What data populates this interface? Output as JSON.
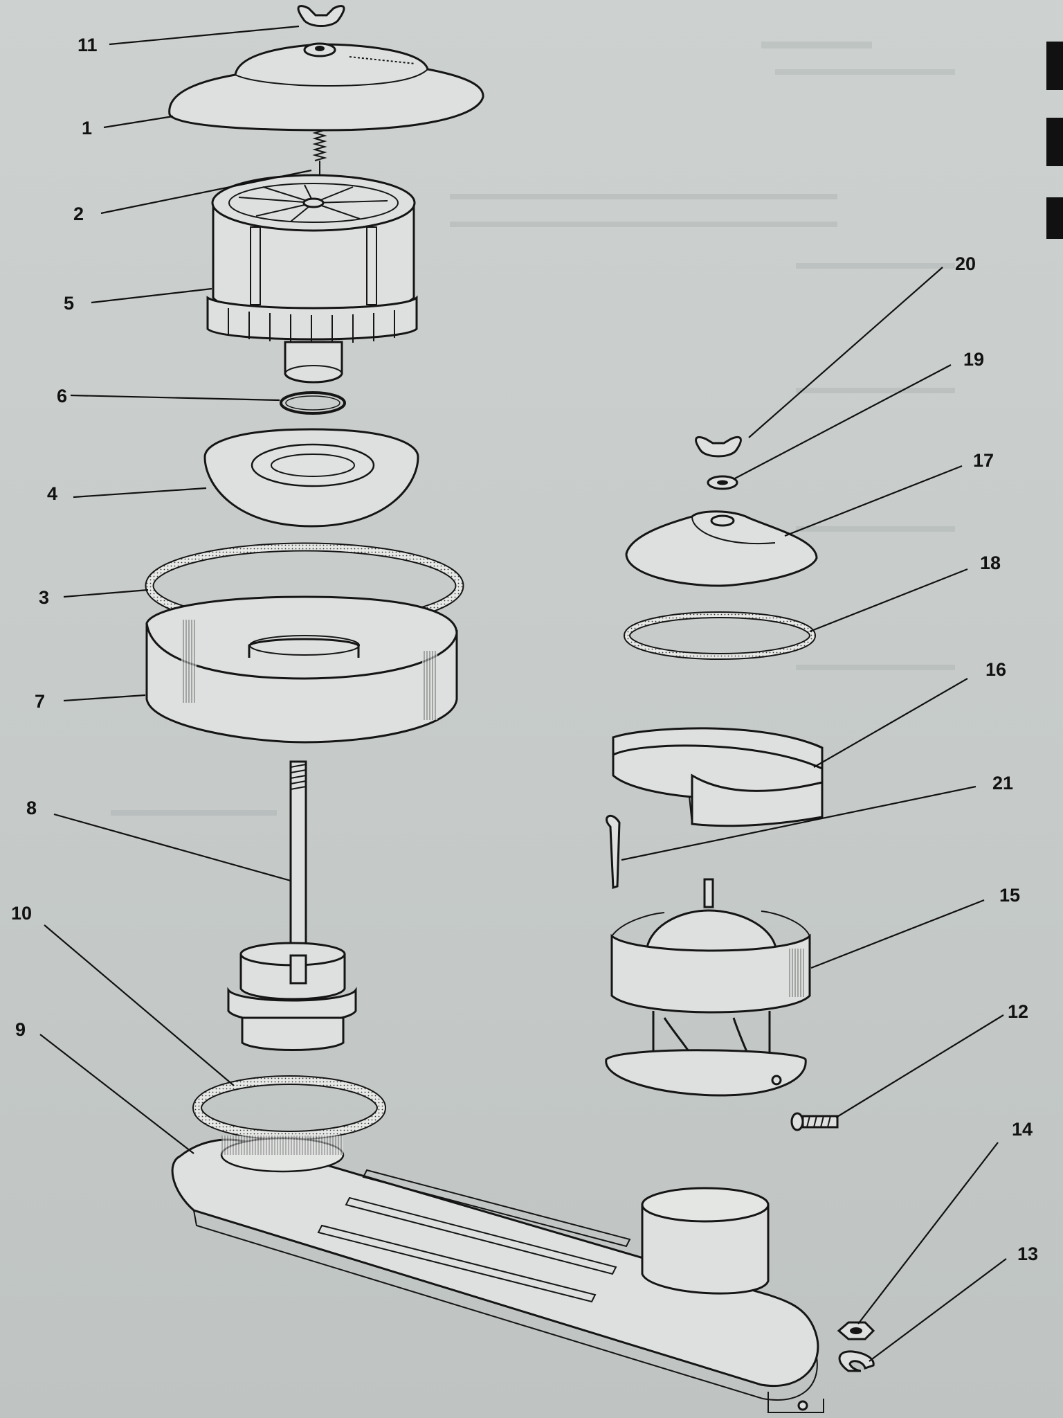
{
  "figure": {
    "callouts": [
      {
        "id": "11",
        "label": "11"
      },
      {
        "id": "1",
        "label": "1"
      },
      {
        "id": "2",
        "label": "2"
      },
      {
        "id": "5",
        "label": "5"
      },
      {
        "id": "6",
        "label": "6"
      },
      {
        "id": "4",
        "label": "4"
      },
      {
        "id": "3",
        "label": "3"
      },
      {
        "id": "7",
        "label": "7"
      },
      {
        "id": "8",
        "label": "8"
      },
      {
        "id": "10",
        "label": "10"
      },
      {
        "id": "9",
        "label": "9"
      },
      {
        "id": "20",
        "label": "20"
      },
      {
        "id": "19",
        "label": "19"
      },
      {
        "id": "17",
        "label": "17"
      },
      {
        "id": "18",
        "label": "18"
      },
      {
        "id": "16",
        "label": "16"
      },
      {
        "id": "21",
        "label": "21"
      },
      {
        "id": "15",
        "label": "15"
      },
      {
        "id": "12",
        "label": "12"
      },
      {
        "id": "14",
        "label": "14"
      },
      {
        "id": "13",
        "label": "13"
      }
    ]
  }
}
